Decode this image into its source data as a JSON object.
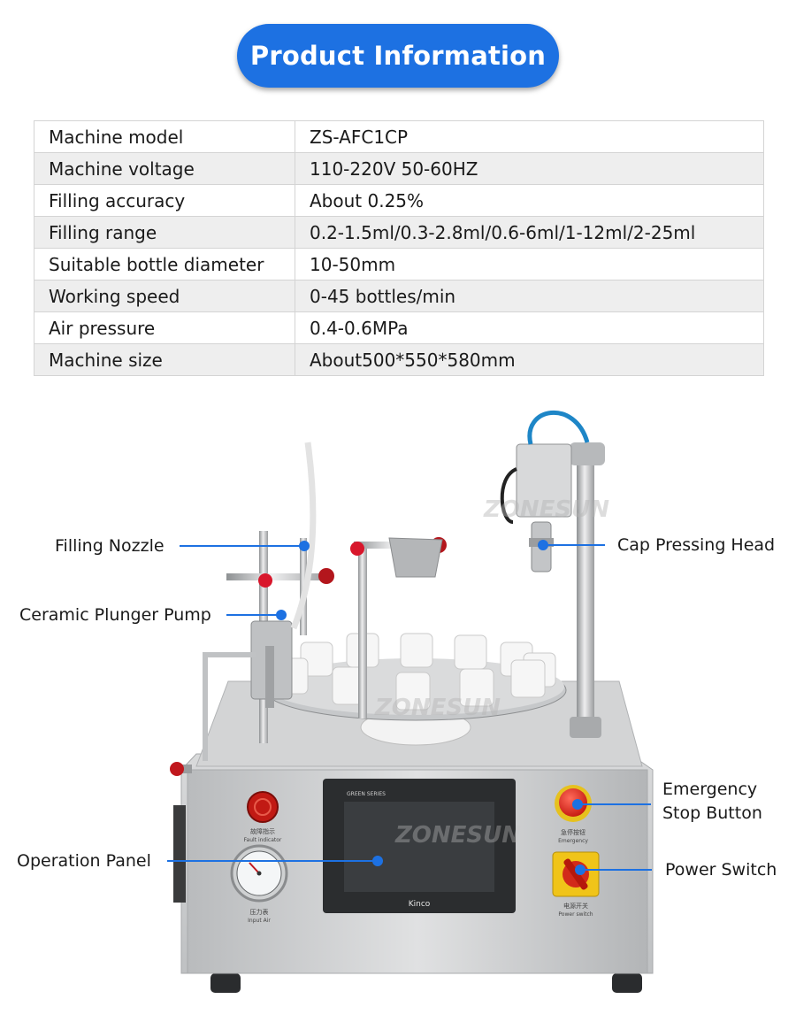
{
  "header": {
    "title": "Product Information"
  },
  "specs": [
    {
      "key": "Machine model",
      "value": "ZS-AFC1CP"
    },
    {
      "key": "Machine voltage",
      "value": "110-220V 50-60HZ"
    },
    {
      "key": "Filling accuracy",
      "value": "About 0.25%"
    },
    {
      "key": "Filling range",
      "value": "0.2-1.5ml/0.3-2.8ml/0.6-6ml/1-12ml/2-25ml"
    },
    {
      "key": "Suitable bottle diameter",
      "value": "10-50mm"
    },
    {
      "key": "Working speed",
      "value": "0-45 bottles/min"
    },
    {
      "key": "Air pressure",
      "value": "0.4-0.6MPa"
    },
    {
      "key": "Machine size",
      "value": "About500*550*580mm"
    }
  ],
  "callouts": {
    "filling_nozzle": "Filling Nozzle",
    "ceramic_pump": "Ceramic Plunger Pump",
    "cap_pressing_head": "Cap Pressing Head",
    "emergency_line1": "Emergency",
    "emergency_line2": "Stop Button",
    "operation_panel": "Operation Panel",
    "power_switch": "Power Switch"
  },
  "machine_text": {
    "watermark": "ZONESUN",
    "screen_series": "GREEN SERIES",
    "screen_brand": "Kinco",
    "fault_cn": "故障指示",
    "fault_en": "Fault indicator",
    "gauge_cn": "压力表",
    "gauge_en": "Input Air",
    "emergency_cn": "急停按钮",
    "emergency_en": "Emergency",
    "power_cn": "电源开关",
    "power_en": "Power switch"
  },
  "colors": {
    "accent": "#1d71e2",
    "callout_line": "#1d71e2",
    "steel": "#c9cbcd"
  },
  "icons": [
    "emergency-stop-icon",
    "pressure-gauge-icon",
    "power-switch-icon",
    "fault-indicator-icon"
  ]
}
